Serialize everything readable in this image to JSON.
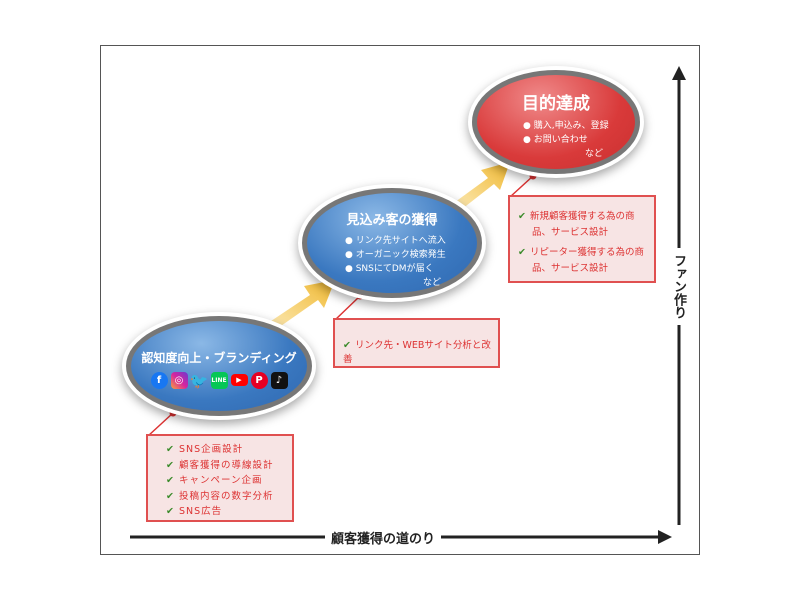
{
  "stages": [
    {
      "title": "認知度向上・ブランディング",
      "icons": [
        "facebook-icon",
        "instagram-icon",
        "twitter-icon",
        "line-icon",
        "youtube-icon",
        "pinterest-icon",
        "tiktok-icon"
      ],
      "checks": [
        "SNS企画設計",
        "顧客獲得の導線設計",
        "キャンペーン企画",
        "投稿内容の数字分析",
        "SNS広告"
      ]
    },
    {
      "title": "見込み客の獲得",
      "bullets": [
        "リンク先サイトへ流入",
        "オーガニック検索発生",
        "SNSにてDMが届く"
      ],
      "etc": "など",
      "checks": [
        "リンク先・WEBサイト分析と改善"
      ]
    },
    {
      "title": "目的達成",
      "bullets": [
        "購入,申込み、登録",
        "お問い合わせ"
      ],
      "etc": "など",
      "checks": [
        "新規顧客獲得する為の商品、サービス設計",
        "リピーター獲得する為の商品、サービス設計"
      ]
    }
  ],
  "axes": {
    "x_label": "顧客獲得の道のり",
    "y_label": "ファン作り"
  },
  "colors": {
    "blue": "#3a78c0",
    "red": "#d93a3a",
    "box_border": "#e05050",
    "arrow": "#f2c040"
  }
}
